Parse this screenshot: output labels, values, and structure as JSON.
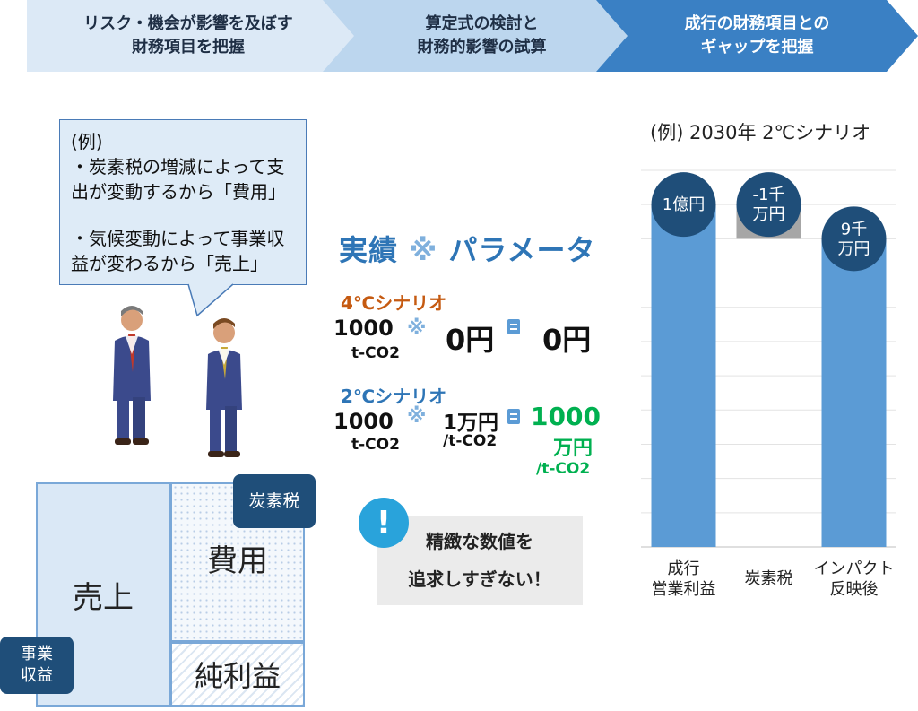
{
  "steps": [
    {
      "label": "リスク・機会が影響を及ぼす\n財務項目を把握"
    },
    {
      "label": "算定式の検討と\n財務的影響の試算"
    },
    {
      "label": "成行の財務項目との\nギャップを把握"
    }
  ],
  "bubble": {
    "line1": "(例)\n・炭素税の増減によって支\n出が変動するから「費用」",
    "line2": "・気候変動によって事業収\n益が変わるから「売上」"
  },
  "blocks": {
    "sales": "売上",
    "cost": "費用",
    "net_profit": "純利益",
    "carbon_tax_tag": "炭素税",
    "revenue_tag": "事業\n収益"
  },
  "formula": {
    "title_left": "実績",
    "cross": "※",
    "title_right": "パラメータ",
    "scenario4": {
      "name": "4℃シナリオ",
      "qty": "1000",
      "qty_unit": "t-CO2",
      "price": "0円",
      "result": "0円"
    },
    "scenario2": {
      "name": "2℃シナリオ",
      "qty": "1000",
      "qty_unit": "t-CO2",
      "price": "1万円",
      "price_unit": "/t-CO2",
      "result_num": "1000",
      "result_unit": "万円",
      "result_sub": "/t-CO2"
    },
    "colors": {
      "scenario4": "#c55a11",
      "scenario2": "#2e75b6",
      "result2": "#00b050"
    }
  },
  "note": {
    "icon": "!",
    "text": "精緻な数値を\n追求しすぎない！"
  },
  "chart_data": {
    "type": "bar",
    "title": "(例) 2030年 2℃シナリオ",
    "categories": [
      "成行\n営業利益",
      "炭素税",
      "インパクト\n反映後"
    ],
    "values": [
      10000,
      -1000,
      9000
    ],
    "waterfall": true,
    "value_labels": [
      "1億円",
      "-1千\n万円",
      "9千\n万円"
    ],
    "colors": [
      "#5b9bd5",
      "#a6a6a6",
      "#5b9bd5"
    ],
    "ylim": [
      0,
      11000
    ],
    "grid": true
  }
}
